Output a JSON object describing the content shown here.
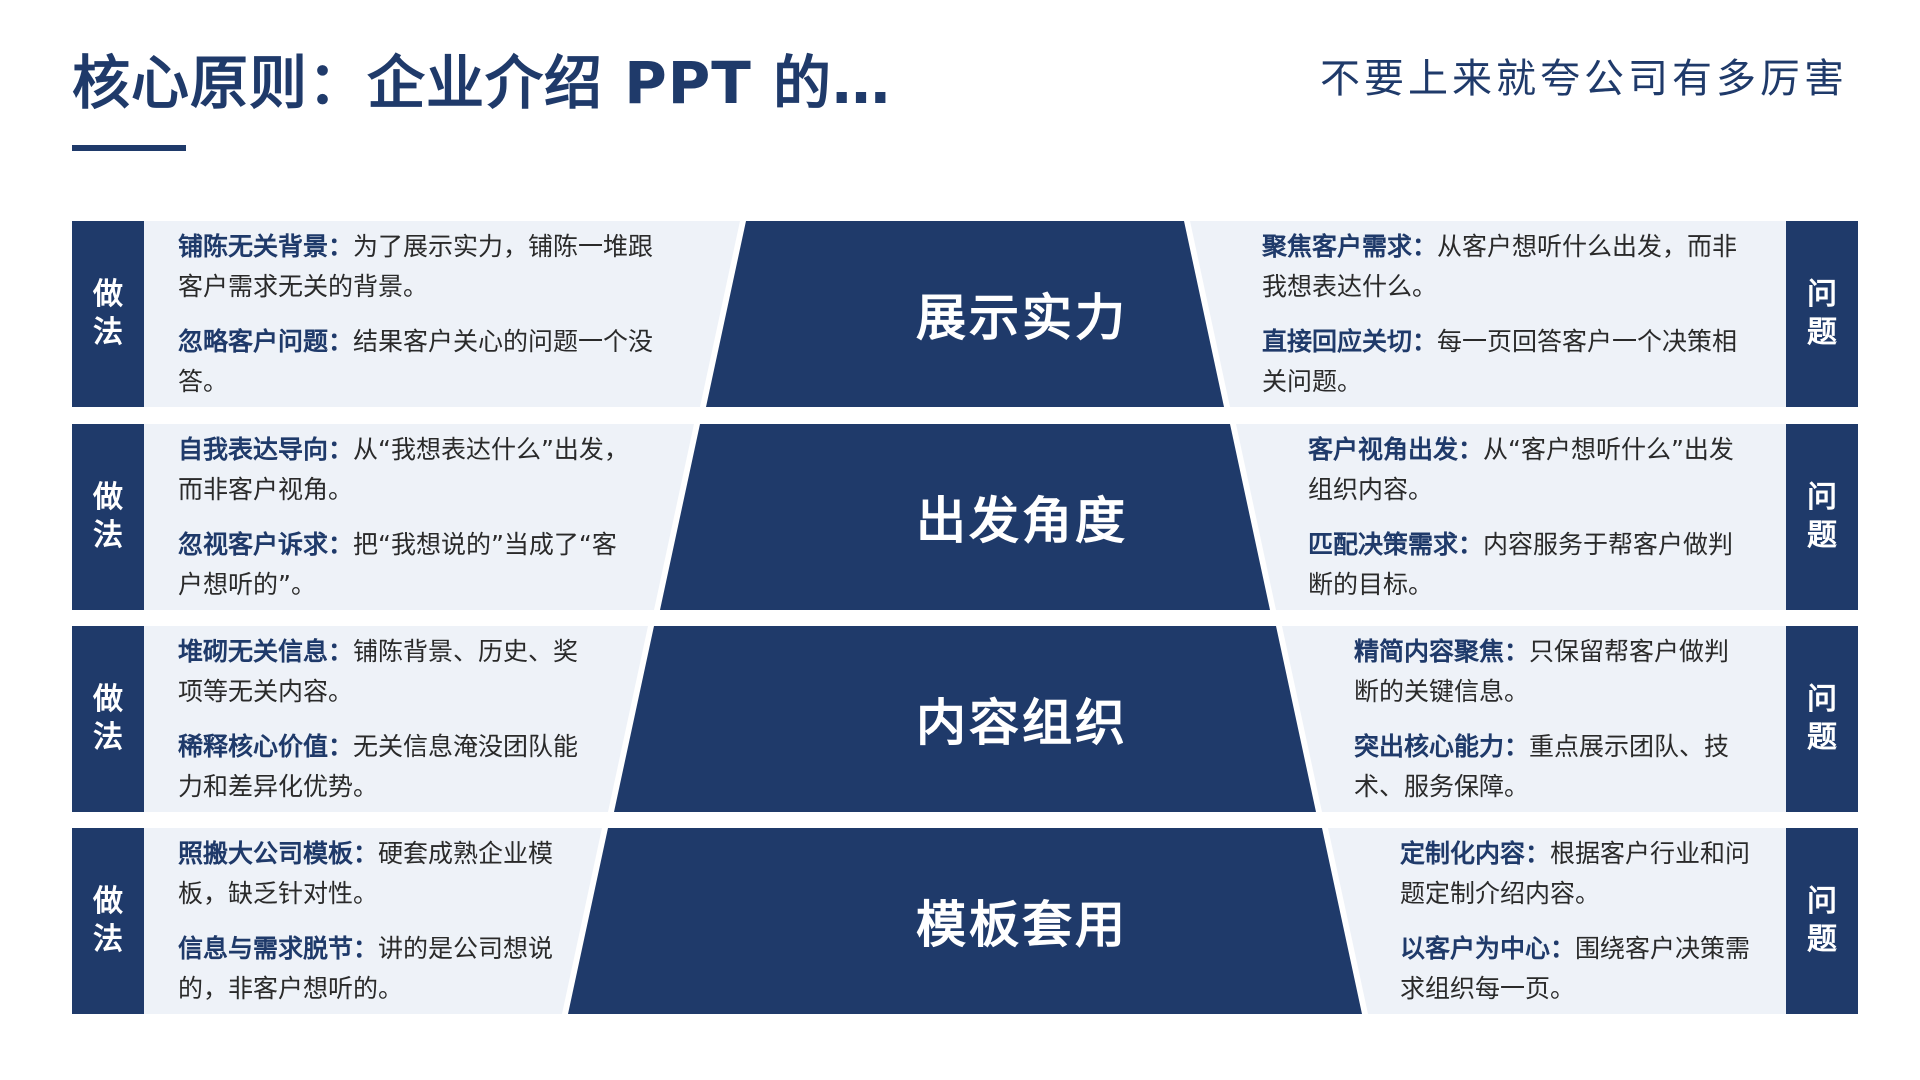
{
  "header": {
    "title": "核心原则：企业介绍 PPT 的…",
    "subtitle": "不要上来就夸公司有多厉害"
  },
  "labels": {
    "left_tag": [
      "做",
      "法"
    ],
    "right_tag": [
      "问",
      "题"
    ]
  },
  "colors": {
    "primary": "#1f3a6a",
    "panel": "#eef2f8",
    "text": "#2a2a2a",
    "background": "#ffffff"
  },
  "rows": [
    {
      "center": "展示实力",
      "left": [
        {
          "title": "铺陈无关背景：",
          "text": "为了展示实力，铺陈一堆跟客户需求无关的背景。"
        },
        {
          "title": "忽略客户问题：",
          "text": "结果客户关心的问题一个没答。"
        }
      ],
      "right": [
        {
          "title": "聚焦客户需求：",
          "text": "从客户想听什么出发，而非我想表达什么。"
        },
        {
          "title": "直接回应关切：",
          "text": "每一页回答客户一个决策相关问题。"
        }
      ]
    },
    {
      "center": "出发角度",
      "left": [
        {
          "title": "自我表达导向：",
          "text": "从“我想表达什么”出发，而非客户视角。"
        },
        {
          "title": "忽视客户诉求：",
          "text": "把“我想说的”当成了“客户想听的”。"
        }
      ],
      "right": [
        {
          "title": "客户视角出发：",
          "text": "从“客户想听什么”出发组织内容。"
        },
        {
          "title": "匹配决策需求：",
          "text": "内容服务于帮客户做判断的目标。"
        }
      ]
    },
    {
      "center": "内容组织",
      "left": [
        {
          "title": "堆砌无关信息：",
          "text": "铺陈背景、历史、奖项等无关内容。"
        },
        {
          "title": "稀释核心价值：",
          "text": "无关信息淹没团队能力和差异化优势。"
        }
      ],
      "right": [
        {
          "title": "精简内容聚焦：",
          "text": "只保留帮客户做判断的关键信息。"
        },
        {
          "title": "突出核心能力：",
          "text": "重点展示团队、技术、服务保障。"
        }
      ]
    },
    {
      "center": "模板套用",
      "left": [
        {
          "title": "照搬大公司模板：",
          "text": "硬套成熟企业模板，缺乏针对性。"
        },
        {
          "title": "信息与需求脱节：",
          "text": "讲的是公司想说的，非客户想听的。"
        }
      ],
      "right": [
        {
          "title": "定制化内容：",
          "text": "根据客户行业和问题定制介绍内容。"
        },
        {
          "title": "以客户为中心：",
          "text": "围绕客户决策需求组织每一页。"
        }
      ]
    }
  ]
}
